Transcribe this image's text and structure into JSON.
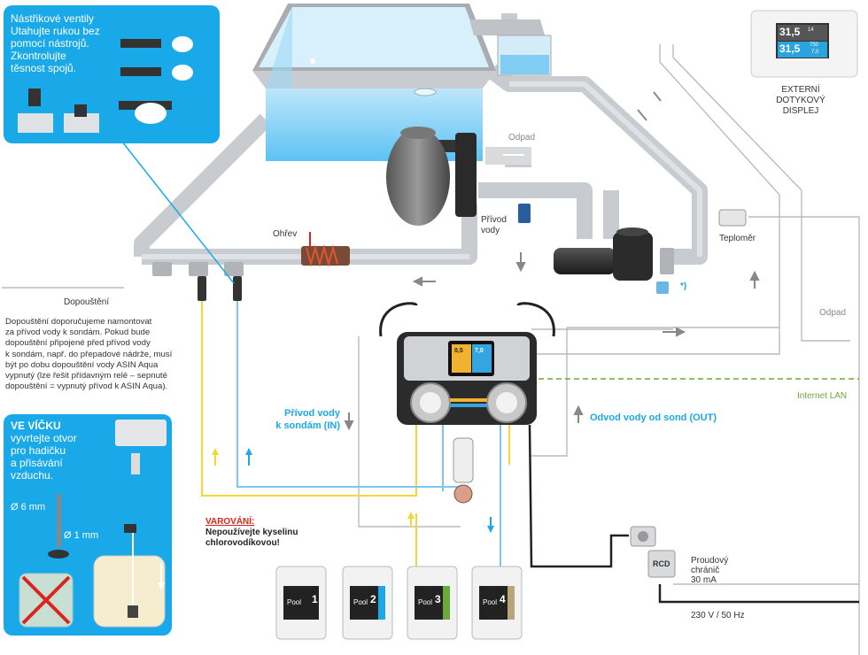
{
  "valves_panel": {
    "lines": [
      "Nástřikové ventily",
      "Utahujte rukou bez",
      "pomocí nástrojů.",
      "Zkontrolujte",
      "těsnost spojů."
    ]
  },
  "lid_panel": {
    "title": "VE VÍČKU",
    "lines": [
      "vyvrtejte otvor",
      "pro hadičku",
      "a přisávání",
      "vzduchu."
    ],
    "dim_6": "Ø 6 mm",
    "dim_1": "Ø 1 mm"
  },
  "labels": {
    "odpad_top": "Odpad",
    "odpad_right": "Odpad",
    "prívod_vody": [
      "Přívod",
      "vody"
    ],
    "ohrev": "Ohřev",
    "dopousteni": "Dopouštění",
    "teplomer": "Teploměr",
    "asterisk": "*)",
    "external_display": [
      "EXTERNÍ",
      "DOTYKOVÝ",
      "DISPLEJ"
    ],
    "internet_lan": "Internet LAN",
    "privod_k_sondam": [
      "Přívod vody",
      "k sondám (IN)"
    ],
    "odvod_od_sond": "Odvod vody od sond (OUT)",
    "rcd": "RCD",
    "proudovy_chranic": [
      "Proudový",
      "chránič",
      "30 mA"
    ],
    "power": "230 V / 50 Hz"
  },
  "note": {
    "lines": [
      "Dopouštění doporučujeme namontovat",
      "za přívod vody k sondám. Pokud bude",
      "dopouštění připojené před přívod vody",
      "k sondám, např. do přepadové nádrže, musí",
      "být po dobu dopouštění vody ASIN Aqua",
      "vypnutý (lze řešit přídavným relé – sepnuté",
      "dopouštění = vypnutý přívod k ASIN Aqua)."
    ]
  },
  "warning": {
    "title": "VAROVÁNÍ:",
    "lines": [
      "Nepoužívejte kyselinu",
      "chlorovodíkovou!"
    ]
  },
  "display": {
    "big_top": "31,5",
    "big_bottom": "31,5",
    "small_top": "14",
    "small_mid": "750",
    "small_bot": "7,0"
  },
  "controller_screen": {
    "left_value": "0,5",
    "right_value": "7,0"
  },
  "canisters": [
    {
      "number": "1",
      "label": "Pool",
      "band_color": "#222222"
    },
    {
      "number": "2",
      "label": "Pool",
      "band_color": "#1aa9e8"
    },
    {
      "number": "3",
      "label": "Pool",
      "band_color": "#6aaa3a"
    },
    {
      "number": "4",
      "label": "Pool",
      "band_color": "#b8a67a"
    }
  ],
  "colors": {
    "accent_blue": "#1aa9e8",
    "pipe_grey": "#c8cbcf",
    "line_yellow": "#f5d63a",
    "line_blue": "#7cc7ee",
    "lan_green": "#6aaa3a",
    "warning_red": "#d9261c"
  }
}
